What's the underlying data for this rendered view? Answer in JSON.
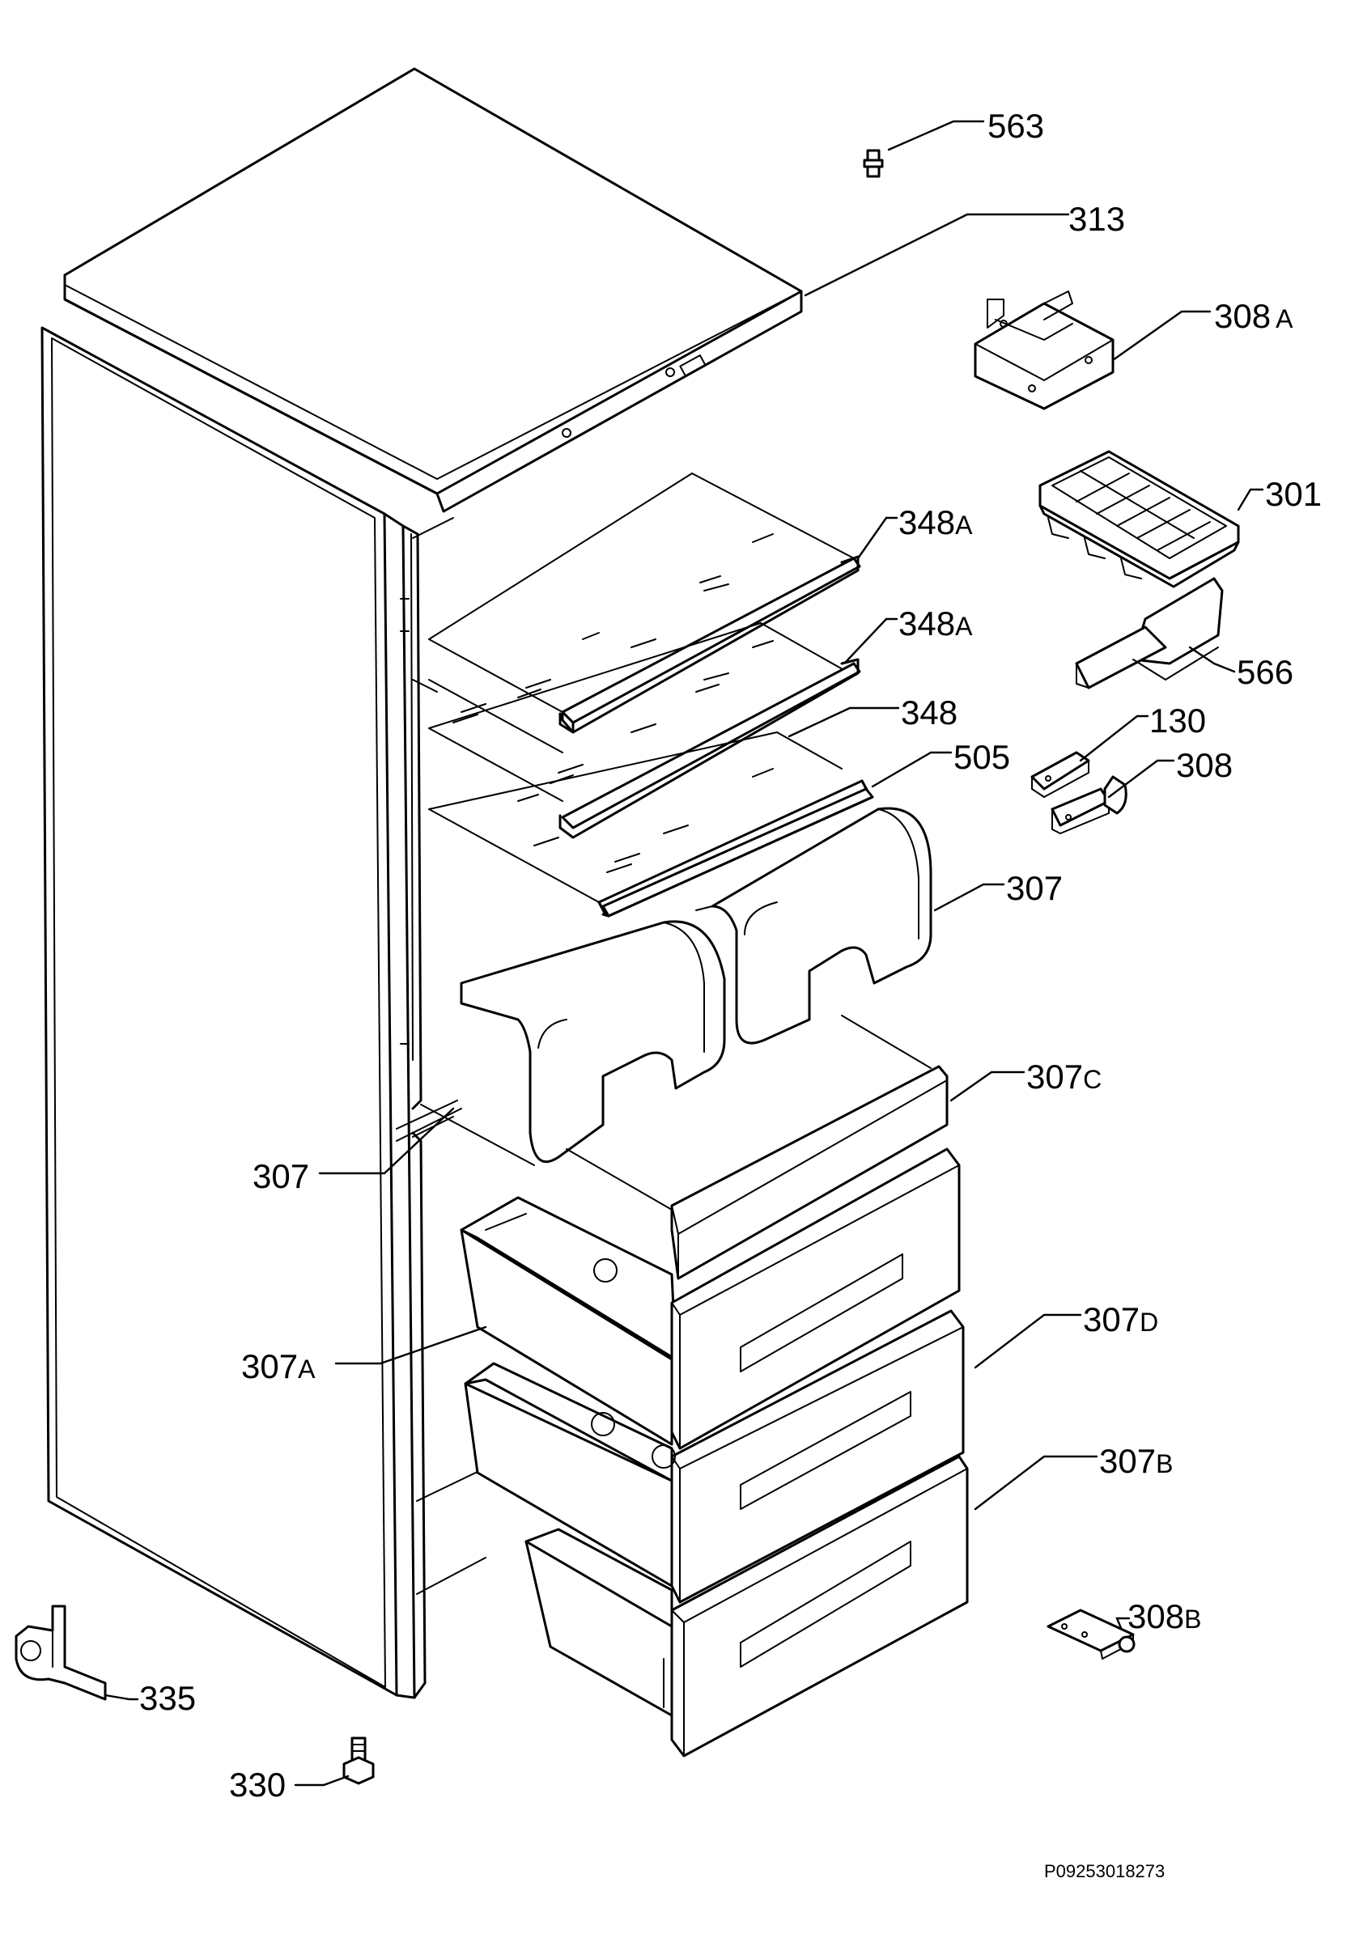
{
  "diagram": {
    "reference": "P09253018273",
    "parts": [
      {
        "id": "p563",
        "number": "563",
        "suffix": ""
      },
      {
        "id": "p313",
        "number": "313",
        "suffix": ""
      },
      {
        "id": "p308a",
        "number": "308",
        "suffix": "A"
      },
      {
        "id": "p301",
        "number": "301",
        "suffix": ""
      },
      {
        "id": "p348a1",
        "number": "348",
        "suffix": "A"
      },
      {
        "id": "p566",
        "number": "566",
        "suffix": ""
      },
      {
        "id": "p348a2",
        "number": "348",
        "suffix": "A"
      },
      {
        "id": "p348",
        "number": "348",
        "suffix": ""
      },
      {
        "id": "p130",
        "number": "130",
        "suffix": ""
      },
      {
        "id": "p505",
        "number": "505",
        "suffix": ""
      },
      {
        "id": "p308",
        "number": "308",
        "suffix": ""
      },
      {
        "id": "p307r",
        "number": "307",
        "suffix": ""
      },
      {
        "id": "p307c",
        "number": "307",
        "suffix": "C"
      },
      {
        "id": "p307l",
        "number": "307",
        "suffix": ""
      },
      {
        "id": "p307d",
        "number": "307",
        "suffix": "D"
      },
      {
        "id": "p307a",
        "number": "307",
        "suffix": "A"
      },
      {
        "id": "p307b",
        "number": "307",
        "suffix": "B"
      },
      {
        "id": "p308b",
        "number": "308",
        "suffix": "B"
      },
      {
        "id": "p335",
        "number": "335",
        "suffix": ""
      },
      {
        "id": "p330",
        "number": "330",
        "suffix": ""
      }
    ]
  }
}
